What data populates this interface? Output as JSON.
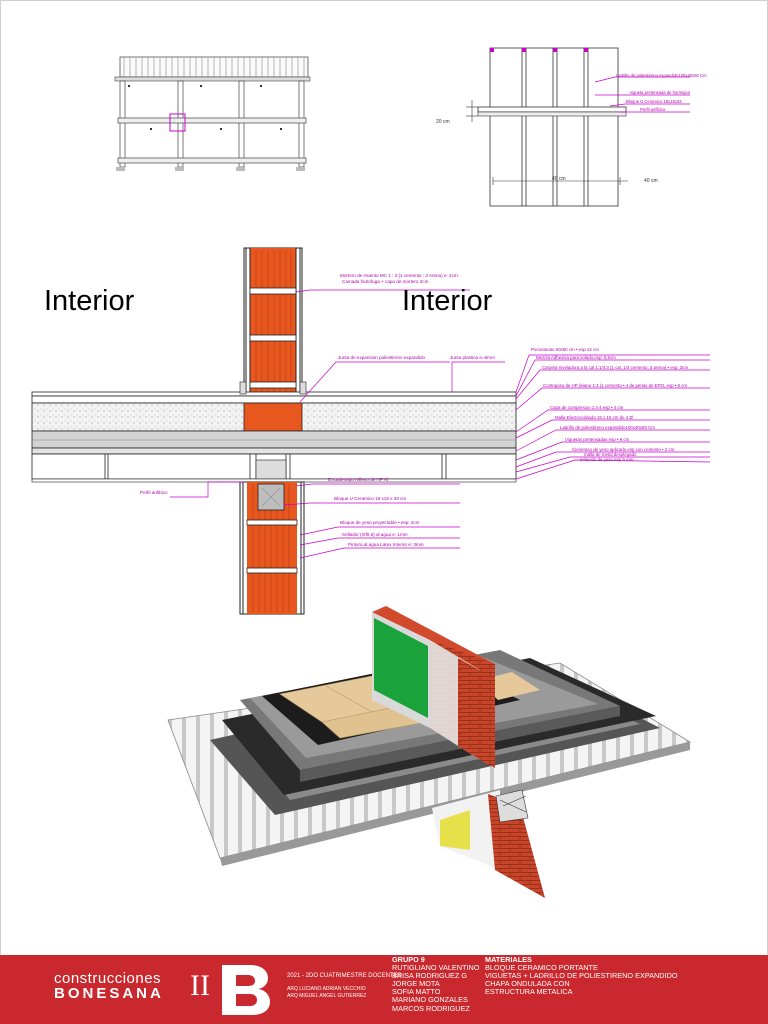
{
  "elevation_labels": {
    "ladrillo": "Ladrillo de poliestireno expandido100x40x50 Cm",
    "vigueta": "vigueta pretensada de hormigon",
    "bloque": "Bloque U Ceramico 18x18x33",
    "perfil": "Perfil anfibico",
    "dim_20": "20 cm",
    "dim_40a": "40 cm",
    "dim_40b": "40 cm"
  },
  "section_headings": {
    "left": "Interior",
    "right": "Interior"
  },
  "section_labels": {
    "mortero1": "Mortero de Asiento MC 1 : 3 (1 cemento : 3 Arena) e: 2cm",
    "mortero2": "Camada hidrofuga + capa de mortero 2cm",
    "junta_exp": "Junta de expansion poliestireno expandido",
    "junta_plastica": "Junta plastica e=5mm",
    "porcelanato": "Porcelanato 60x60 cm • esp.12 cm",
    "mezcla": "Mezcla Adhesiva para solado,esp: 0,5cm",
    "carpeta": "Carpeta niveladora a la cal 1:1/4:3 (1 cal, 1/4 cemento, 3 arena) • esp. 3cm",
    "contrapiso": "Contrapiso de HP liviano 1:4 (1 cemento • 4 de perlas de EPO, esp • 8 cm",
    "capa": "Capa de compresion 1:4:4 esp • 4 cm",
    "malla": "Malla Electrosoldada 15 x 15 cm de 4 Ø",
    "ladrillo_eps": "Ladrillo de poliestireno expandido100x40x50 Cm",
    "viguetas": "Viguetas pretensadas esp • 9 cm",
    "cielorraso": "Cielorraso de yeso aplicado esp con cemento • 2 cm",
    "malla_metal": "malla de metal desplegado",
    "enlucido": "enlucido de yeso esp 5 mm",
    "perfil": "Perfil anfibico",
    "encadenado": "Encadenado relleno de HP Af",
    "bloque_u": "Bloque U Ceramico 18 x18 x 33 cm",
    "bloque_yeso": "Bloque de yeso proyectable • esp: 2cm",
    "sellador": "Sellador (ntf0.6) al agua e: 1mm",
    "pintura": "Pintura al agua Latex Interior e: 3mm"
  },
  "footer": {
    "brand_line1": "construcciones",
    "brand_line2": "BONESANA",
    "brand_roman": "II",
    "logo_letter": "B",
    "course": "2021 - 2DO CUATRIMESTRE DOCENTES",
    "teacher1": "ARQ LUCIANO ADRIAN VECCHIO",
    "teacher2": "ARQ MIGUEL ANGEL GUTIERREZ",
    "group_title": "GRUPO 9",
    "members": [
      "RUTIGLIANO VALENTINO",
      "BRISA RODRIGUEZ G",
      "JORGE MOTA",
      "SOFIA MATTO",
      "MARIANO GONZALES",
      "MARCOS RODRIGUEZ"
    ],
    "materials_title": "MATERIALES",
    "materials": [
      "BLOQUE CERAMICO PORTANTE",
      "VIGUETAS + LADRILLO DE POLIESTIRENO EXPANDIDO",
      "CHAPA ONDULADA CON",
      "ESTRUCTURA METALICA"
    ]
  },
  "colors": {
    "brick": "#e8571e",
    "annotation": "#cc00cc",
    "footer_bg": "#c8282e",
    "insulation_green": "#1aa33a"
  }
}
